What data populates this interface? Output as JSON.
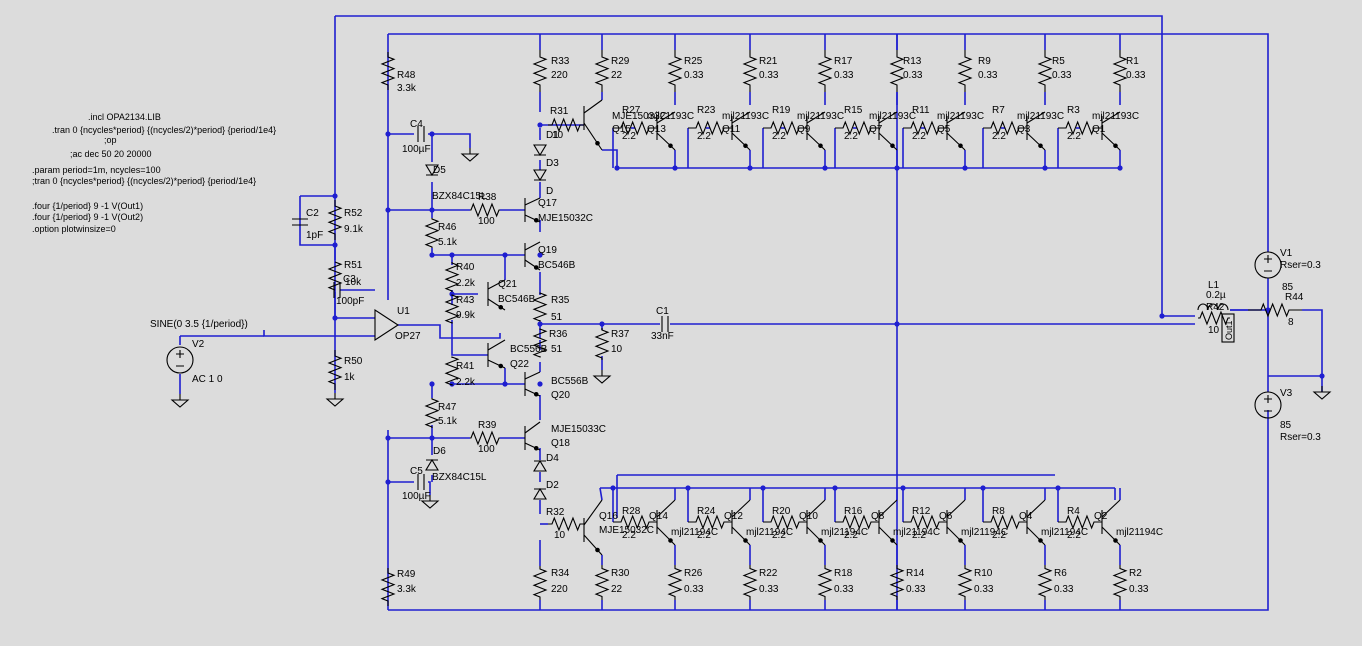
{
  "directives": [
    ".incl OPA2134.LIB",
    ".tran 0 {ncycles*period} {(ncycles/2)*period} {period/1e4}",
    ";op",
    ";ac dec 50 20 20000",
    ".param period=1m, ncycles=100",
    ";tran 0 {ncycles*period} {(ncycles/2)*period} {period/1e4}",
    ".four {1/period} 9 -1 V(Out1)",
    ".four {1/period} 9 -1 V(Out2)",
    ".option plotwinsize=0"
  ],
  "source": {
    "v2": "V2",
    "v2_sine": "SINE(0 3.5 {1/period})",
    "v2_ac": "AC 1 0"
  },
  "supplies": {
    "v1": "V1",
    "v1_val": "85",
    "v1_rser": "Rser=0.3",
    "v3": "V3",
    "v3_val": "85",
    "v3_rser": "Rser=0.3"
  },
  "opamp": {
    "ref": "U1",
    "model": "OP27"
  },
  "input_parts": {
    "r48": "R48",
    "r48v": "3.3k",
    "c4": "C4",
    "c4v": "100µF",
    "c2": "C2",
    "c2v": "1pF",
    "r52": "R52",
    "r52v": "9.1k",
    "r51": "R51",
    "r51v": "10k",
    "c3": "C3",
    "c3v": "100pF",
    "r50": "R50",
    "r50v": "1k",
    "r49": "R49",
    "r49v": "3.3k",
    "c5": "C5",
    "c5v": "100µF"
  },
  "driver": {
    "d5": "D5",
    "d5m": "BZX84C15L",
    "d6": "D6",
    "d6m": "BZX84C15L",
    "r38": "R38",
    "r38v": "100",
    "r39": "R39",
    "r39v": "100",
    "q17": "Q17",
    "q17m": "MJE15032C",
    "q18": "Q18",
    "q18m": "MJE15033C",
    "r46": "R46",
    "r46v": "5.1k",
    "r47": "R47",
    "r47v": "5.1k",
    "q19": "Q19",
    "q19m": "BC546B",
    "q20": "Q20",
    "q20m": "BC556B",
    "r40": "R40",
    "r40v": "2.2k",
    "r43": "R43",
    "r43v": "9.9k",
    "r41": "R41",
    "r41v": "2.2k",
    "q21": "Q21",
    "q21m": "BC546B",
    "q22": "Q22",
    "q22m": "BC556B",
    "r35": "R35",
    "r35v": "51",
    "r36": "R36",
    "r36v": "51",
    "r37": "R37",
    "r37v": "10",
    "c1": "C1",
    "c1v": "33nF",
    "d1": "D1",
    "d2": "D2",
    "d3": "D3",
    "d4": "D4",
    "d_lbl": "D",
    "r33": "R33",
    "r33v": "220",
    "r34": "R34",
    "r34v": "220",
    "r31": "R31",
    "r31v": "10",
    "r32": "R32",
    "r32v": "10",
    "r29": "R29",
    "r29v": "22",
    "r30": "R30",
    "r30v": "22",
    "q15": "Q15",
    "q15m": "MJE15033C",
    "q16": "Q16",
    "q16m": "MJE15032C"
  },
  "top_stage": {
    "r_e": [
      "R25",
      "R21",
      "R17",
      "R13",
      "R9",
      "R5",
      "R1"
    ],
    "r_e_val": "0.33",
    "r_b": [
      "R27",
      "R23",
      "R19",
      "R15",
      "R11",
      "R7",
      "R3"
    ],
    "r_b_val": "2.2",
    "q": [
      "Q13",
      "Q11",
      "Q9",
      "Q7",
      "Q5",
      "Q3",
      "Q1"
    ],
    "q_model": "mjl21193C"
  },
  "bottom_stage": {
    "r_e": [
      "R26",
      "R22",
      "R18",
      "R14",
      "R10",
      "R6",
      "R2"
    ],
    "r_e_val": "0.33",
    "r_b": [
      "R28",
      "R24",
      "R20",
      "R16",
      "R12",
      "R8",
      "R4"
    ],
    "r_b_val": "2.2",
    "q": [
      "Q14",
      "Q12",
      "Q10",
      "Q8",
      "Q6",
      "Q4",
      "Q2"
    ],
    "q_model": "mjl21194C"
  },
  "output": {
    "l1": "L1",
    "l1v": "0.2µ",
    "r42": "R42",
    "r42v": "10",
    "r44": "R44",
    "r44v": "8",
    "out_label": "Out1"
  }
}
